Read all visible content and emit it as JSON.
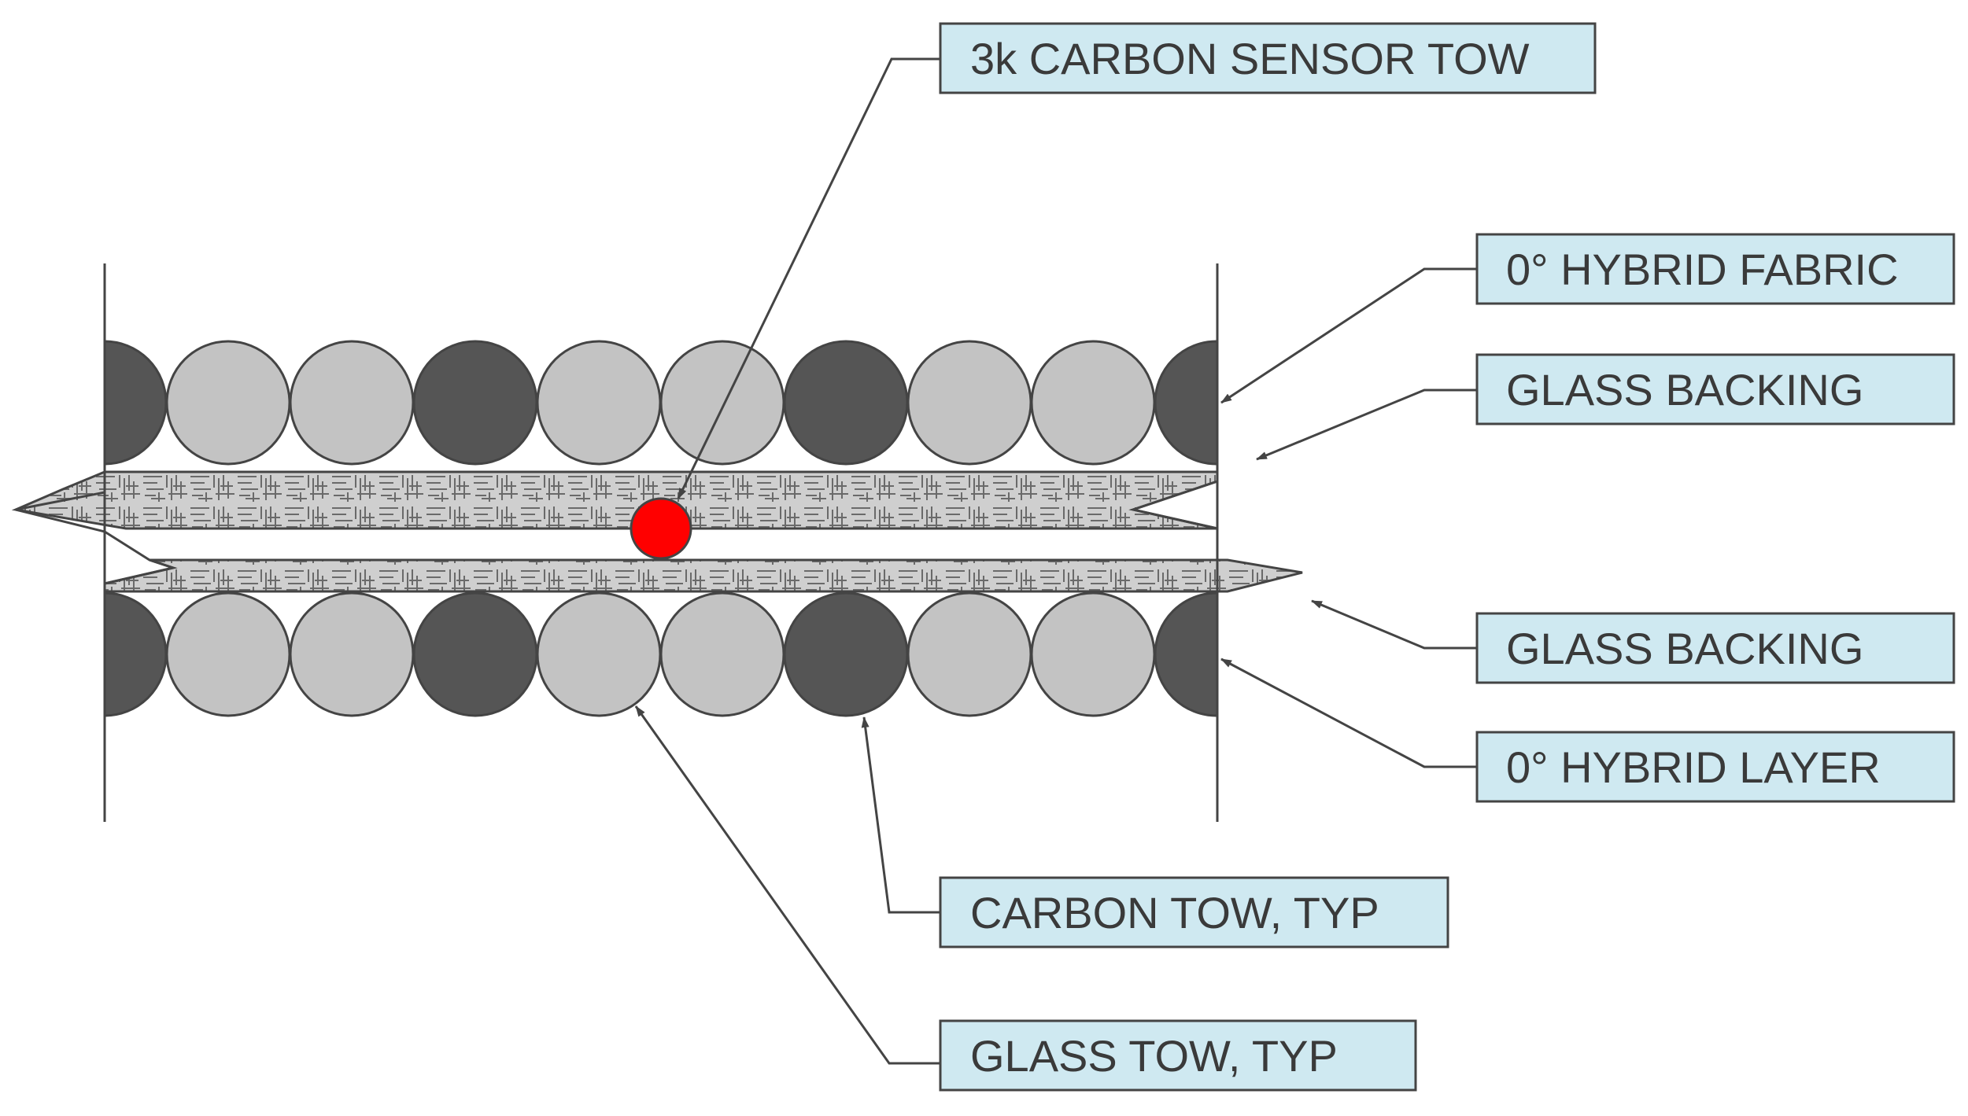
{
  "labels": {
    "sensor_tow": "3k CARBON SENSOR TOW",
    "hybrid_fabric": "0° HYBRID FABRIC",
    "glass_backing_top": "GLASS BACKING",
    "glass_backing_bottom": "GLASS BACKING",
    "hybrid_layer": "0° HYBRID LAYER",
    "carbon_tow": "CARBON TOW, TYP",
    "glass_tow": "GLASS TOW, TYP"
  },
  "colors": {
    "carbon_tow": "#555555",
    "glass_tow": "#c3c3c3",
    "sensor": "#ff0000",
    "label_fill": "#cfe9f1",
    "outline": "#444444",
    "backing_fill": "#cccccc"
  },
  "tow_rows": {
    "top": [
      "carbon",
      "glass",
      "glass",
      "carbon",
      "glass",
      "glass",
      "carbon",
      "glass",
      "glass",
      "carbon"
    ],
    "bottom": [
      "carbon",
      "glass",
      "glass",
      "carbon",
      "glass",
      "glass",
      "carbon",
      "glass",
      "glass",
      "carbon"
    ]
  }
}
